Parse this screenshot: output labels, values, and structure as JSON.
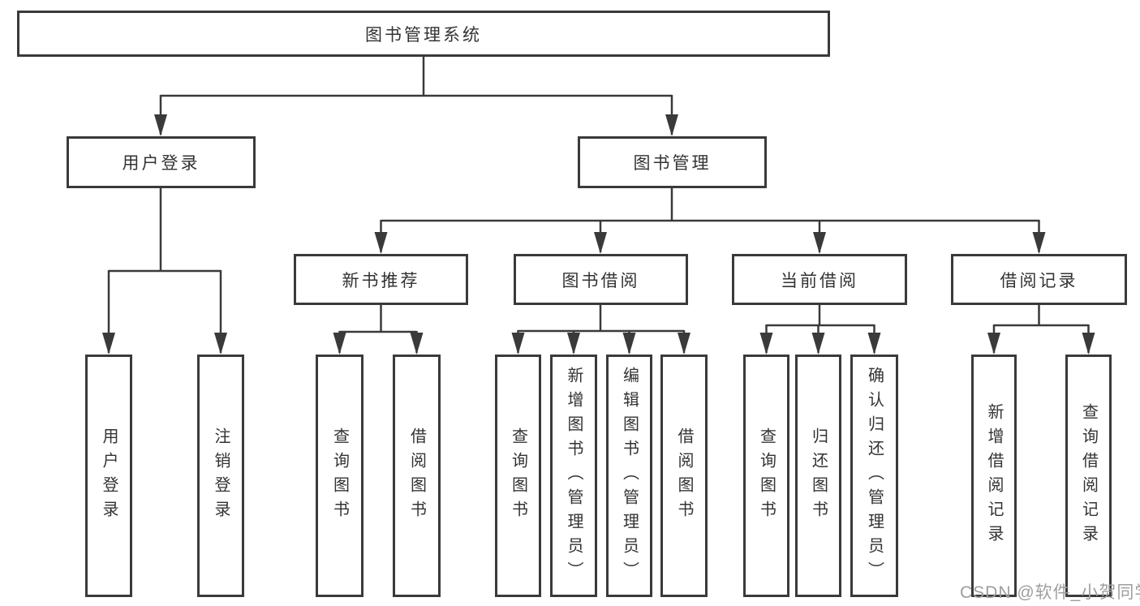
{
  "nodes": {
    "root": "图书管理系统",
    "user_login": "用户登录",
    "book_mgmt": "图书管理",
    "new_book_rec": "新书推荐",
    "book_borrow": "图书借阅",
    "current_borrow": "当前借阅",
    "borrow_record": "借阅记录",
    "leaf_user_login": "用户登录",
    "leaf_logout": "注销登录",
    "leaf_nbr_query": "查询图书",
    "leaf_nbr_borrow": "借阅图书",
    "leaf_bb_query": "查询图书",
    "leaf_bb_add": "新增图书（管理员）",
    "leaf_bb_edit": "编辑图书（管理员）",
    "leaf_bb_borrow": "借阅图书",
    "leaf_cb_query": "查询图书",
    "leaf_cb_return": "归还图书",
    "leaf_cb_confirm": "确认归还（管理员）",
    "leaf_br_add": "新增借阅记录",
    "leaf_br_query": "查询借阅记录"
  },
  "hierarchy": {
    "图书管理系统": {
      "用户登录": [
        "用户登录",
        "注销登录"
      ],
      "图书管理": {
        "新书推荐": [
          "查询图书",
          "借阅图书"
        ],
        "图书借阅": [
          "查询图书",
          "新增图书（管理员）",
          "编辑图书（管理员）",
          "借阅图书"
        ],
        "当前借阅": [
          "查询图书",
          "归还图书",
          "确认归还（管理员）"
        ],
        "借阅记录": [
          "新增借阅记录",
          "查询借阅记录"
        ]
      }
    }
  },
  "watermark": "CSDN @软件_小贺同学",
  "colors": {
    "line": "#3a3a3a",
    "box_border": "#3a3a3a",
    "text": "#333333",
    "watermark": "#9e9e9e",
    "background": "#ffffff"
  }
}
